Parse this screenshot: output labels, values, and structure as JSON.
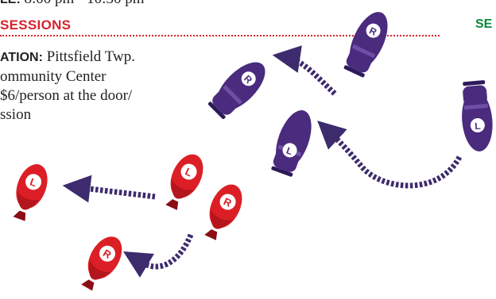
{
  "time": {
    "label": "LE:",
    "value": "8:00 pm - 10:30 pm"
  },
  "sessions": {
    "heading": "SESSIONS"
  },
  "side_label": "SE",
  "location": {
    "label": "ATION:",
    "lines": [
      "Pittsfield Twp.",
      "ommunity Center"
    ]
  },
  "price": {
    "line1": "$6/person at the door/",
    "line2": "ssion"
  },
  "footprints": {
    "red_letters": [
      "L",
      "L",
      "R",
      "R"
    ],
    "purple_letters": [
      "R",
      "R",
      "L",
      "L"
    ]
  },
  "colors": {
    "red_shoe": "#dc1f26",
    "purple_shoe": "#4a2b7e",
    "purple_dark": "#2d1a59",
    "heading_red": "#d7232e",
    "side_green": "#0a8a3c"
  }
}
